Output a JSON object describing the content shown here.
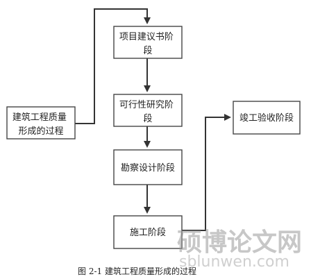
{
  "boxes": {
    "proposal": [
      "项目建议书阶",
      "段"
    ],
    "feasibility": [
      "可行性研究阶",
      "段"
    ],
    "survey": [
      "勘察设计阶段"
    ],
    "construction": [
      "施工阶段"
    ],
    "acceptance": [
      "竣工验收阶段"
    ],
    "process": [
      "建筑工程质量",
      "形成的过程"
    ]
  },
  "caption": "图 2-1  建筑工程质量形成的过程",
  "watermark": {
    "chinese": "硕博论文网",
    "url": "sblunwen.com"
  },
  "colors": {
    "line": "#333333",
    "box_border": "#444444",
    "text": "#222222"
  }
}
